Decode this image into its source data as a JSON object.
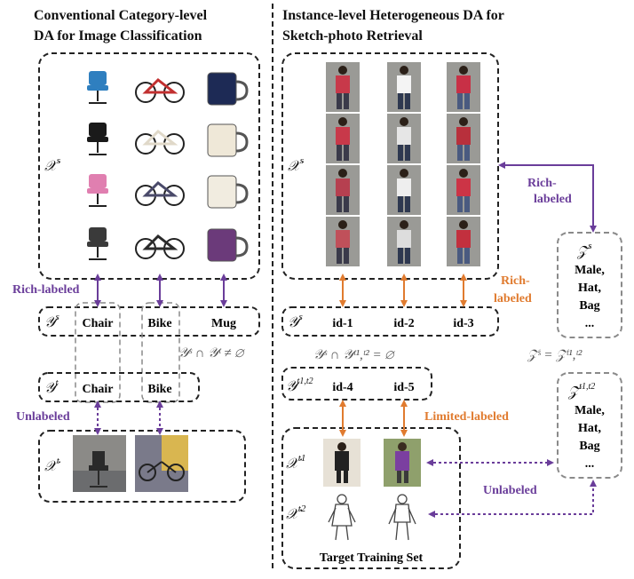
{
  "left": {
    "title_line1": "Conventional Category-level",
    "title_line2": "DA for Image Classification",
    "xs_symbol": "𝒳",
    "xs_sup": "s",
    "ys_symbol": "𝒴",
    "ys_sup": "s",
    "yt_symbol": "𝒴",
    "yt_sup": "t",
    "xt_symbol": "𝒳",
    "xt_sup": "t",
    "source_labels": [
      "Chair",
      "Bike",
      "Mug"
    ],
    "target_labels": [
      "Chair",
      "Bike"
    ],
    "rich_labeled": "Rich-labeled",
    "unlabeled": "Unlabeled",
    "overlap_formula": "𝒴ˢ ∩ 𝒴ᵗ ≠ ∅",
    "image_rows": [
      [
        "stool",
        "red-bike",
        "blue-mug"
      ],
      [
        "office-chair",
        "white-bike",
        "christmas-mug"
      ],
      [
        "pink-chair",
        "mountain-bike",
        "white-mug"
      ],
      [
        "gray-chair",
        "black-bike",
        "painted-mug"
      ]
    ]
  },
  "right": {
    "title_line1": "Instance-level Heterogeneous DA for",
    "title_line2": "Sketch-photo Retrieval",
    "xs_symbol": "𝒳",
    "xs_sup": "s",
    "ys_symbol": "𝒴",
    "ys_sup": "s",
    "yt_symbol": "𝒴",
    "yt_sup": "t1,t2",
    "xt1_symbol": "𝒳",
    "xt1_sup": "t1",
    "xt2_symbol": "𝒳",
    "xt2_sup": "t2",
    "source_ids": [
      "id-1",
      "id-2",
      "id-3"
    ],
    "target_ids": [
      "id-4",
      "id-5"
    ],
    "rich_labeled_line1": "Rich-",
    "rich_labeled_line2": "labeled",
    "limited_labeled": "Limited-labeled",
    "disjoint_formula": "𝒴ˢ ∩ 𝒴ᵗ¹,ᵗ² = ∅",
    "target_training_set": "Target Training Set"
  },
  "attributes": {
    "zs_symbol": "𝒵",
    "zs_sup": "s",
    "zt_symbol": "𝒵",
    "zt_sup": "t1,t2",
    "source_attrs": [
      "Male,",
      "Hat,",
      "Bag",
      "..."
    ],
    "target_attrs": [
      "Male,",
      "Hat,",
      "Bag",
      "..."
    ],
    "equal_formula": "𝒵ˢ = 𝒵ᵗ¹,ᵗ²",
    "rich_labeled_line1": "Rich-",
    "rich_labeled_line2": "labeled",
    "unlabeled": "Unlabeled"
  },
  "colors": {
    "purple": "#6a3d9a",
    "orange": "#e07b2f",
    "dark_dash": "#222222",
    "gray_dash": "#8a8a8a"
  }
}
